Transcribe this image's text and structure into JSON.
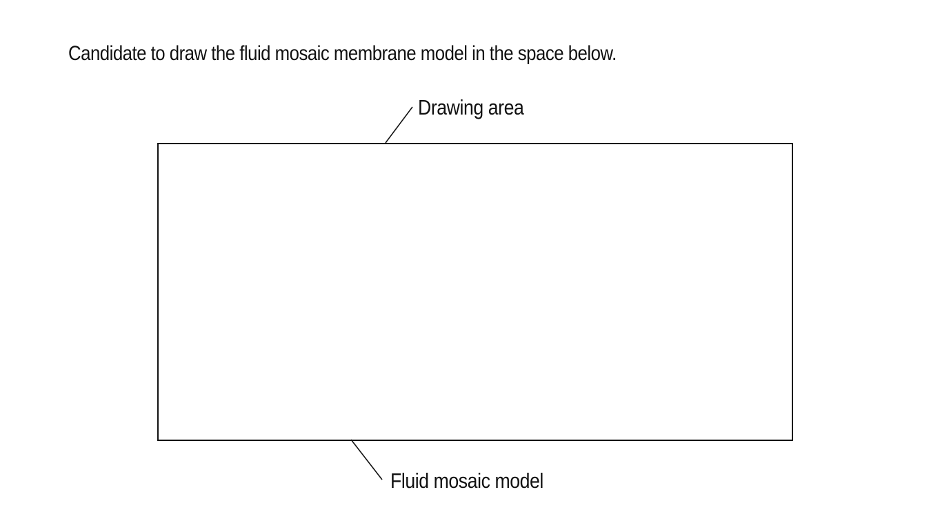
{
  "instruction": "Candidate to draw the fluid mosaic membrane model in the space below.",
  "labels": {
    "drawing_area": "Drawing area",
    "fluid_mosaic_model": "Fluid mosaic model"
  },
  "colors": {
    "line": "#111111",
    "background": "#ffffff"
  }
}
